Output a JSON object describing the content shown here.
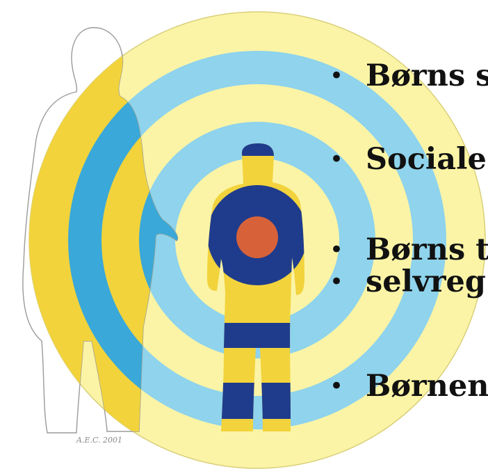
{
  "bullets": [
    {
      "text": "Børns s"
    },
    {
      "text": "Sociale"
    },
    {
      "text": "Børns t"
    },
    {
      "text": "selvreg"
    },
    {
      "text": "Børnen"
    }
  ],
  "bullet_glyph": "•",
  "signature": "A.E.C. 2001",
  "colors": {
    "pale_yellow": "#fbf4a6",
    "yellow": "#f2d33c",
    "light_blue": "#8fd3ec",
    "blue": "#3aa8d8",
    "navy": "#1f3c8c",
    "orange": "#d7623a"
  }
}
